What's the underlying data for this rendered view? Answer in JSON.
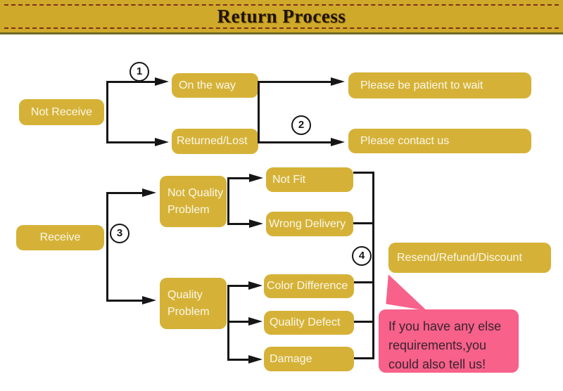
{
  "header": {
    "title": "Return Process"
  },
  "nodes": {
    "not_receive": "Not Receive",
    "on_the_way": "On the way",
    "returned_lost": "Returned/Lost",
    "be_patient": "Please be patient to wait",
    "contact_us": "Please contact us",
    "receive": "Receive",
    "not_quality_problem": "Not Quality Problem",
    "quality_problem": "Quality Problem",
    "not_fit": "Not Fit",
    "wrong_delivery": "Wrong Delivery",
    "color_difference": "Color Difference",
    "quality_defect": "Quality Defect",
    "damage": "Damage",
    "resend": "Resend/Refund/Discount"
  },
  "badges": {
    "step1": "1",
    "step2": "2",
    "step3": "3",
    "step4": "4"
  },
  "bubble": {
    "line1": "If you have any else",
    "line2": "requirements,you",
    "line3": "could also tell us!"
  },
  "colors": {
    "node_gold": "#d5b237",
    "banner_gold": "#cfa929",
    "dash_red": "#7d2f1d",
    "pink": "#f7618a",
    "line_black": "#161616",
    "node_text": "#fbf7e9"
  }
}
